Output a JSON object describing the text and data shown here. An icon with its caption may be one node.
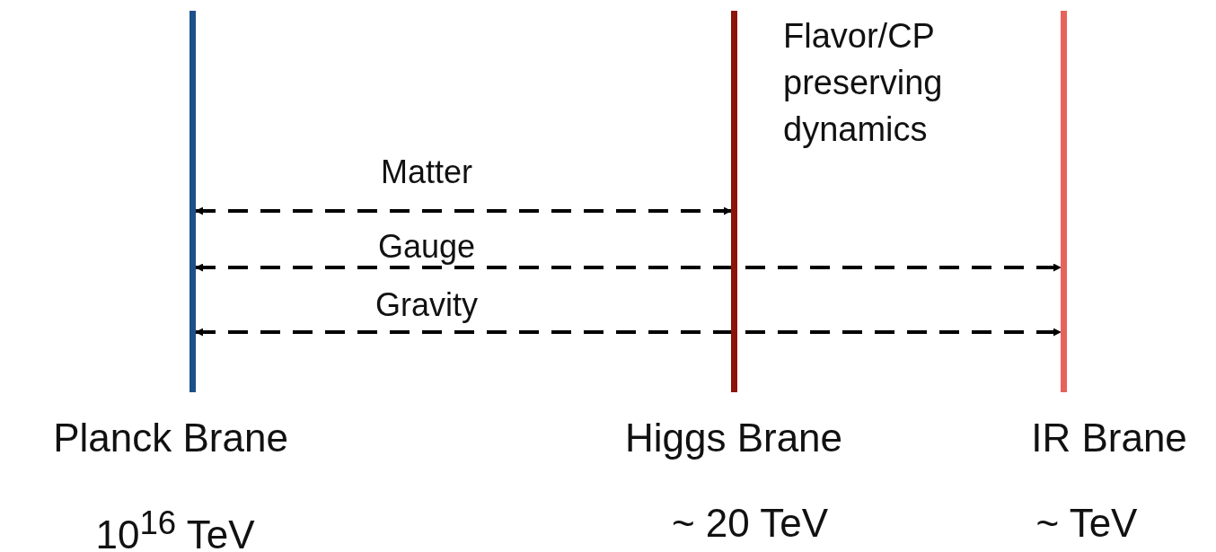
{
  "diagram": {
    "nodes": [
      {
        "text": [
          "Planck Brane",
          "10$^{16}$ TeV"
        ]
      },
      {
        "text": [
          "Higgs Brane",
          "~ 20 TeV"
        ],
        "beside": [
          "Flavor/CP preserving dynamics"
        ]
      },
      {
        "text": [
          "IR Brane",
          "~ TeV"
        ]
      }
    ],
    "edges": [
      {
        "from": 0,
        "to": 1,
        "arrow": "both",
        "label": "Matter",
        "style": "dashed"
      },
      {
        "from": 0,
        "to": 2,
        "arrow": "both",
        "label": "Gauge",
        "style": "dashed"
      },
      {
        "from": 0,
        "to": 2,
        "arrow": "both",
        "label": "Gravity",
        "style": "dashed"
      }
    ]
  }
}
